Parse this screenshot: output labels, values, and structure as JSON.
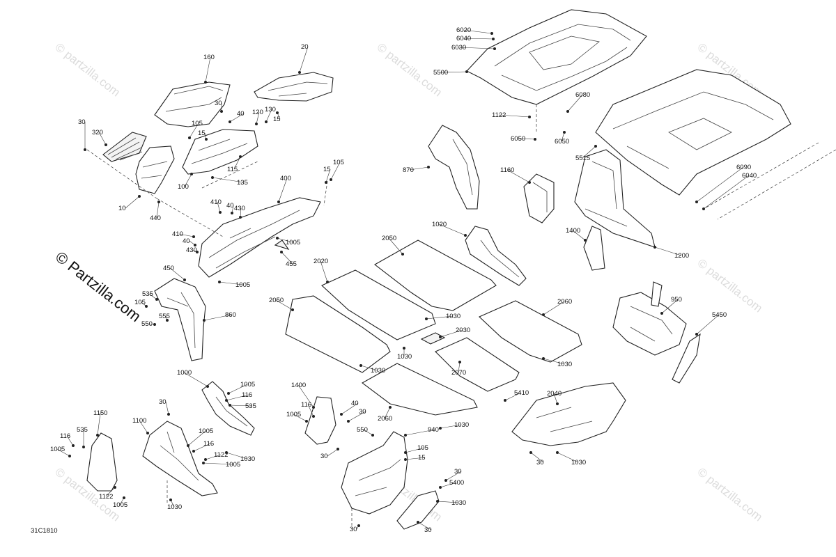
{
  "diagram": {
    "code": "31C1810",
    "watermark_main": "© Partzilla.com",
    "watermark_faint": "© partzilla.com"
  },
  "labels": [
    "160",
    "20",
    "30",
    "40",
    "120",
    "130",
    "15",
    "30",
    "320",
    "105",
    "15",
    "115",
    "100",
    "135",
    "10",
    "440",
    "400",
    "15",
    "105",
    "410",
    "40",
    "430",
    "410",
    "40",
    "430",
    "1005",
    "455",
    "450",
    "1005",
    "535",
    "105",
    "555",
    "550",
    "860",
    "6020",
    "6040",
    "6030",
    "5500",
    "1122",
    "6050",
    "6080",
    "6050",
    "5515",
    "870",
    "1160",
    "6090",
    "6040",
    "1020",
    "1400",
    "1200",
    "2050",
    "2020",
    "2050",
    "1030",
    "2060",
    "2030",
    "1030",
    "1030",
    "2070",
    "1030",
    "950",
    "5450",
    "1000",
    "1005",
    "116",
    "535",
    "30",
    "1150",
    "1100",
    "116",
    "535",
    "1005",
    "1005",
    "116",
    "1122",
    "1030",
    "1005",
    "1122",
    "1005",
    "1030",
    "1400",
    "116",
    "1005",
    "40",
    "30",
    "2060",
    "1030",
    "940",
    "550",
    "105",
    "15",
    "30",
    "2040",
    "30",
    "1030",
    "5410",
    "30",
    "5400",
    "1030",
    "30",
    "30"
  ]
}
